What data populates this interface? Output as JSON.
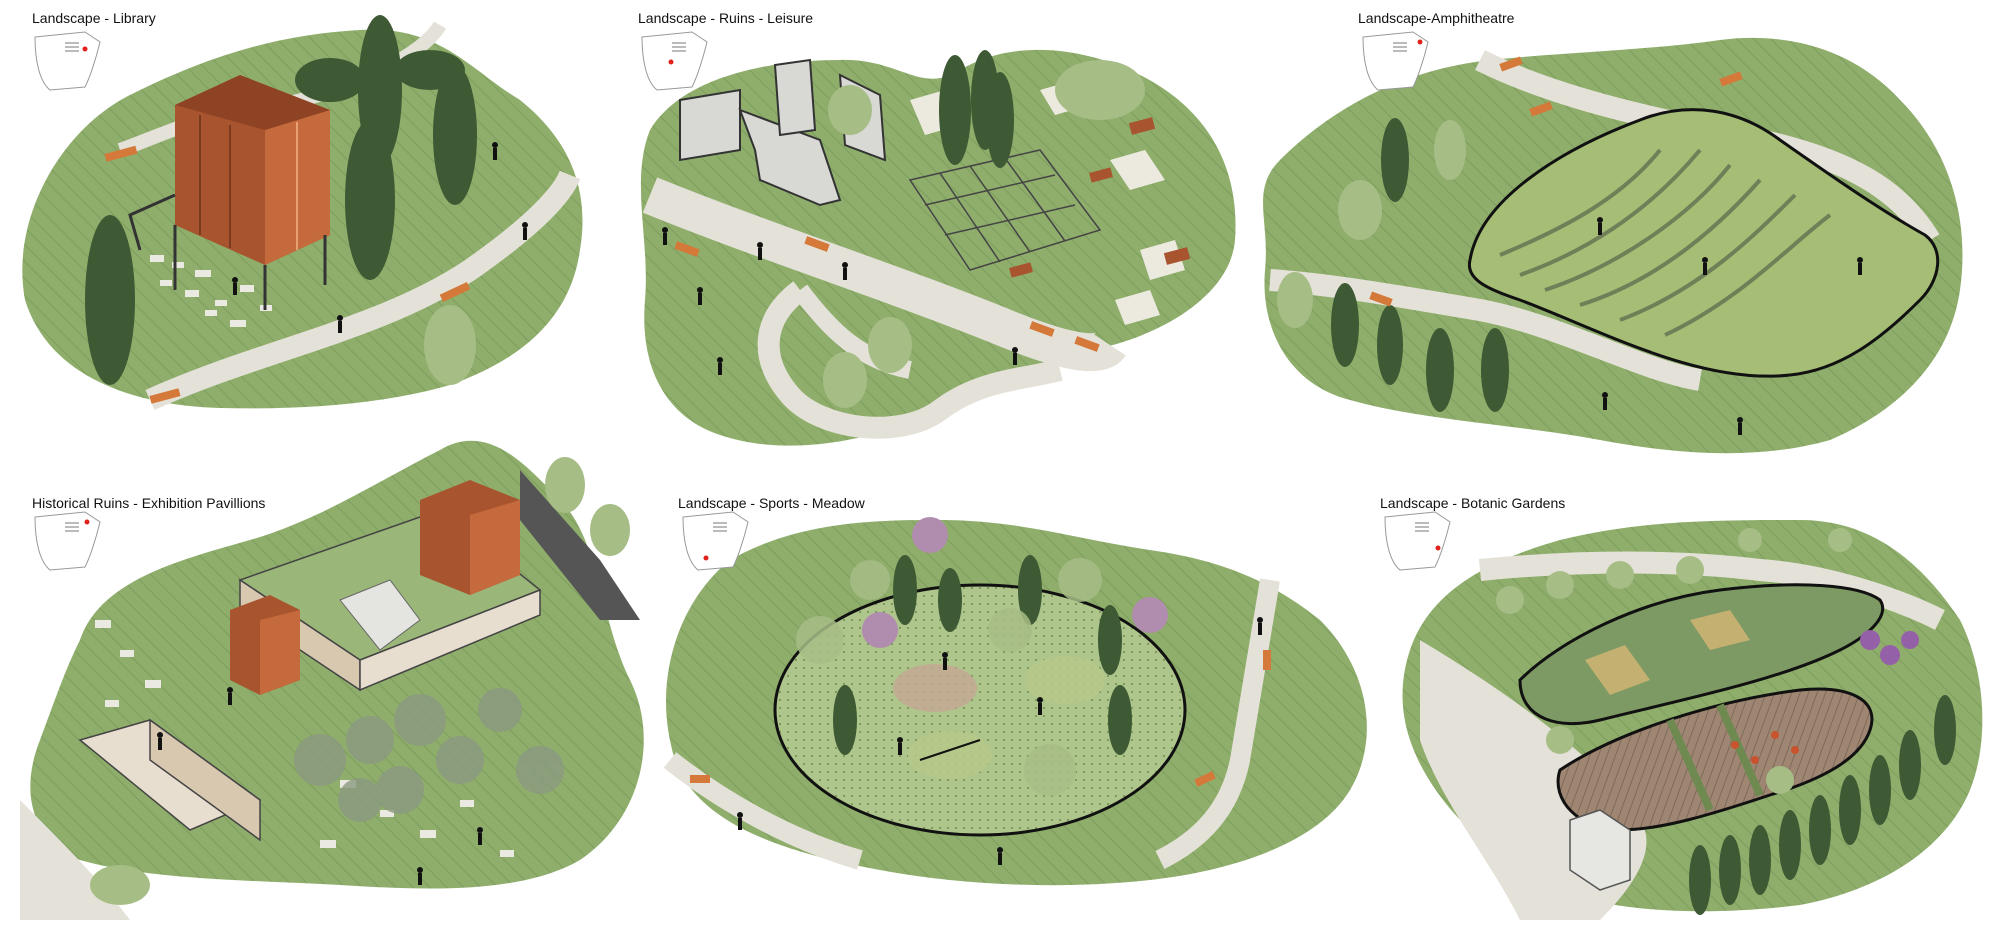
{
  "panels": [
    {
      "title": "Landscape - Library"
    },
    {
      "title": "Landscape - Ruins - Leisure"
    },
    {
      "title": "Landscape-Amphitheatre"
    },
    {
      "title": "Historical Ruins - Exhibition Pavillions"
    },
    {
      "title": "Landscape - Sports - Meadow"
    },
    {
      "title": "Landscape - Botanic Gardens"
    }
  ],
  "colors": {
    "grass": "#8fae6c",
    "grass_dark": "#7a9a5a",
    "path": "#e4e2d8",
    "corten": "#a8542e",
    "tree": "#3e5a34",
    "tree_light": "#a7bd86",
    "bench": "#d4793a",
    "marker": "#e0201a"
  }
}
